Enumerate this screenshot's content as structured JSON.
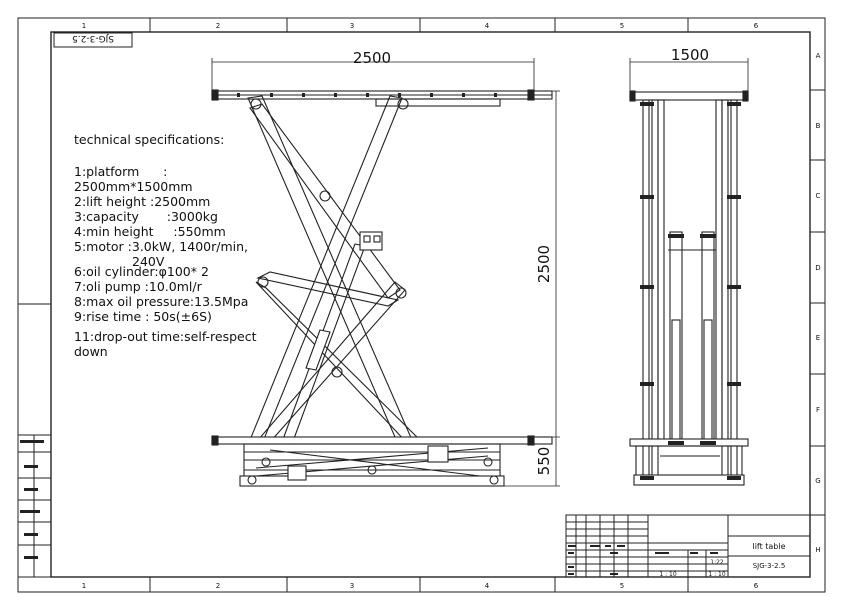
{
  "drawing": {
    "code_box": "SJG-3-2.5",
    "grid_columns": [
      "1",
      "2",
      "3",
      "4",
      "5",
      "6"
    ],
    "grid_rows": [
      "A",
      "B",
      "C",
      "D",
      "E",
      "F",
      "G",
      "H"
    ]
  },
  "specs": {
    "heading": "technical specifications:",
    "lines": [
      "1:platform      :",
      "2500mm*1500mm",
      "2:lift height :2500mm",
      "3:capacity       :3000kg",
      "4:min height     :550mm",
      "5:motor :3.0kW, 1400r/min,",
      "240V",
      "6:oil cylinder:φ100* 2",
      "7:oli pump :10.0ml/r",
      "8:max oil pressure:13.5Mpa",
      "9:rise time : 50s(±6S)",
      "11:drop-out time:self-respect",
      "down"
    ]
  },
  "dimensions": {
    "front_width": "2500",
    "front_height": "2500",
    "front_min": "550",
    "side_width": "1500"
  },
  "title_block": {
    "name": "lift table",
    "code": "SJG-3-2.5",
    "scale": "1:22",
    "ratio_left": "1 : 10",
    "ratio_right": "1 : 10"
  }
}
